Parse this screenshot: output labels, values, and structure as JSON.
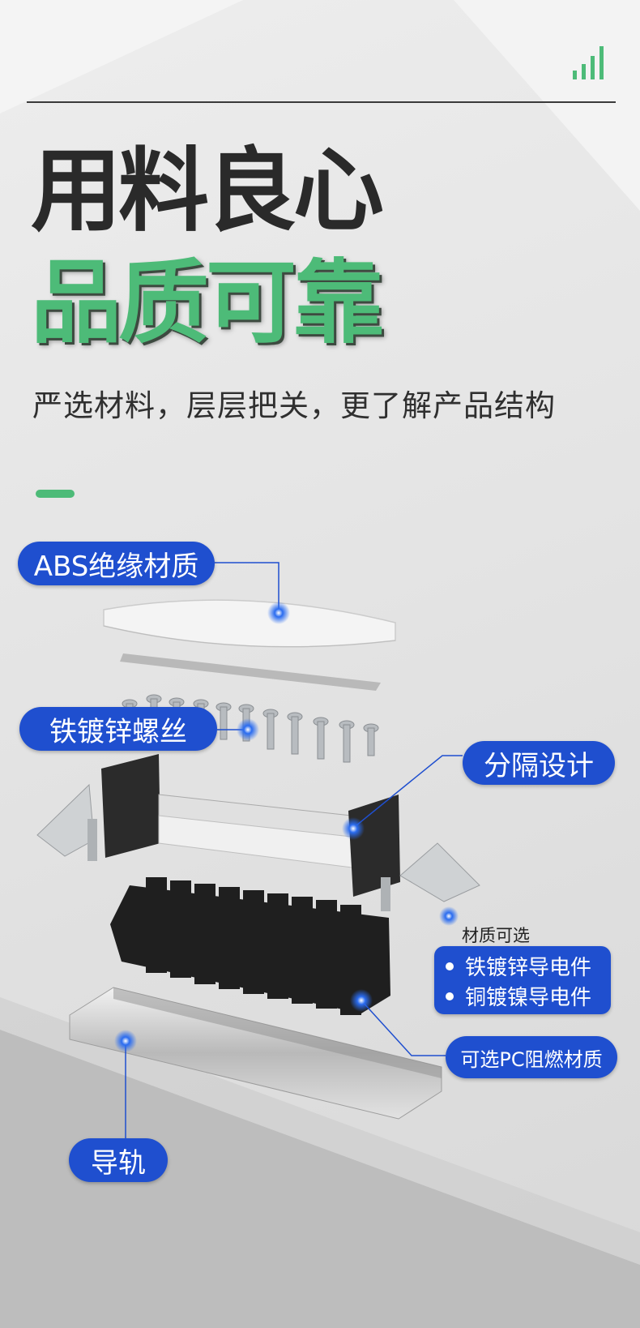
{
  "header": {
    "title_line1": "用料良心",
    "title_line2": "品质可靠",
    "subtitle": "严选材料，层层把关，更了解产品结构",
    "signal_icon": "signal-bars-icon"
  },
  "labels": {
    "abs": "ABS绝缘材质",
    "screw": "铁镀锌螺丝",
    "partition": "分隔设计",
    "material_optional_title": "材质可选",
    "material_options": [
      "铁镀锌导电件",
      "铜镀镍导电件"
    ],
    "pc_optional": "可选PC阻燃材质",
    "rail": "导轨"
  },
  "colors": {
    "accent_green": "#4dbb78",
    "label_blue": "#1f4fcf",
    "title_dark": "#2a2a2a"
  }
}
